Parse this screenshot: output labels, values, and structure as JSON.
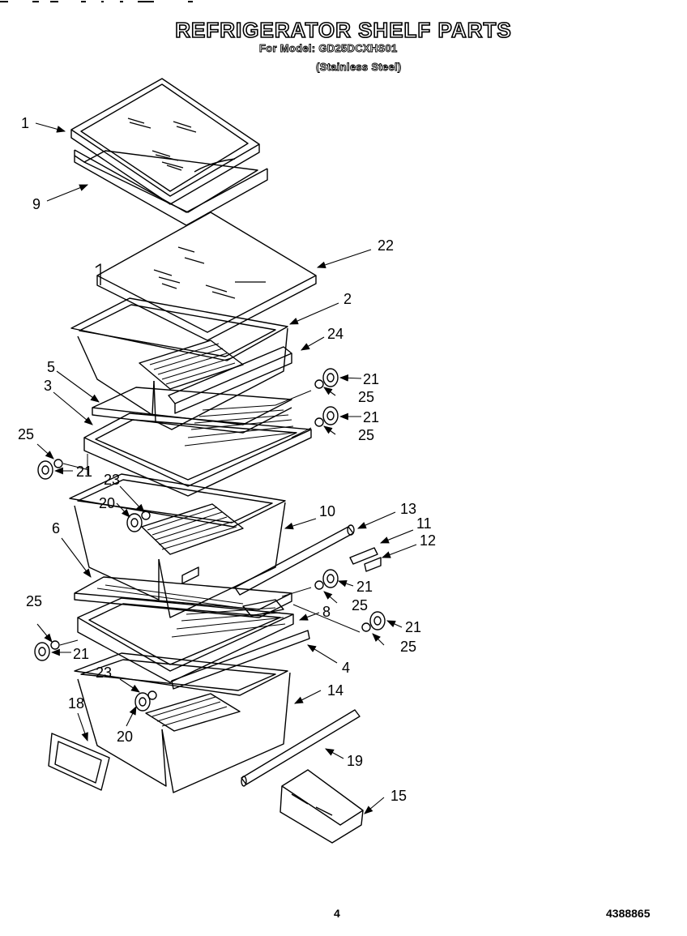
{
  "header": {
    "title": "REFRIGERATOR SHELF PARTS",
    "model_line": "For Model: GD25DCXHS01",
    "finish_line": "(Stainless Steel)"
  },
  "footer": {
    "page_number": "4",
    "document_number": "4388865"
  },
  "callouts": [
    {
      "id": "c1",
      "label": "1"
    },
    {
      "id": "c9",
      "label": "9"
    },
    {
      "id": "c22",
      "label": "22"
    },
    {
      "id": "c2",
      "label": "2"
    },
    {
      "id": "c24",
      "label": "24"
    },
    {
      "id": "c21a",
      "label": "21"
    },
    {
      "id": "c25a",
      "label": "25"
    },
    {
      "id": "c5",
      "label": "5"
    },
    {
      "id": "c3",
      "label": "3"
    },
    {
      "id": "c21b",
      "label": "21"
    },
    {
      "id": "c25b",
      "label": "25"
    },
    {
      "id": "c25c",
      "label": "25"
    },
    {
      "id": "c21c",
      "label": "21"
    },
    {
      "id": "c23a",
      "label": "23"
    },
    {
      "id": "c20a",
      "label": "20"
    },
    {
      "id": "c10",
      "label": "10"
    },
    {
      "id": "c13",
      "label": "13"
    },
    {
      "id": "c11",
      "label": "11"
    },
    {
      "id": "c12",
      "label": "12"
    },
    {
      "id": "c6",
      "label": "6"
    },
    {
      "id": "c21d",
      "label": "21"
    },
    {
      "id": "c25d",
      "label": "25"
    },
    {
      "id": "c8",
      "label": "8"
    },
    {
      "id": "c21e",
      "label": "21"
    },
    {
      "id": "c25e",
      "label": "25"
    },
    {
      "id": "c25f",
      "label": "25"
    },
    {
      "id": "c21f",
      "label": "21"
    },
    {
      "id": "c4",
      "label": "4"
    },
    {
      "id": "c23b",
      "label": "23"
    },
    {
      "id": "c14",
      "label": "14"
    },
    {
      "id": "c18",
      "label": "18"
    },
    {
      "id": "c20b",
      "label": "20"
    },
    {
      "id": "c19",
      "label": "19"
    },
    {
      "id": "c15",
      "label": "15"
    }
  ]
}
